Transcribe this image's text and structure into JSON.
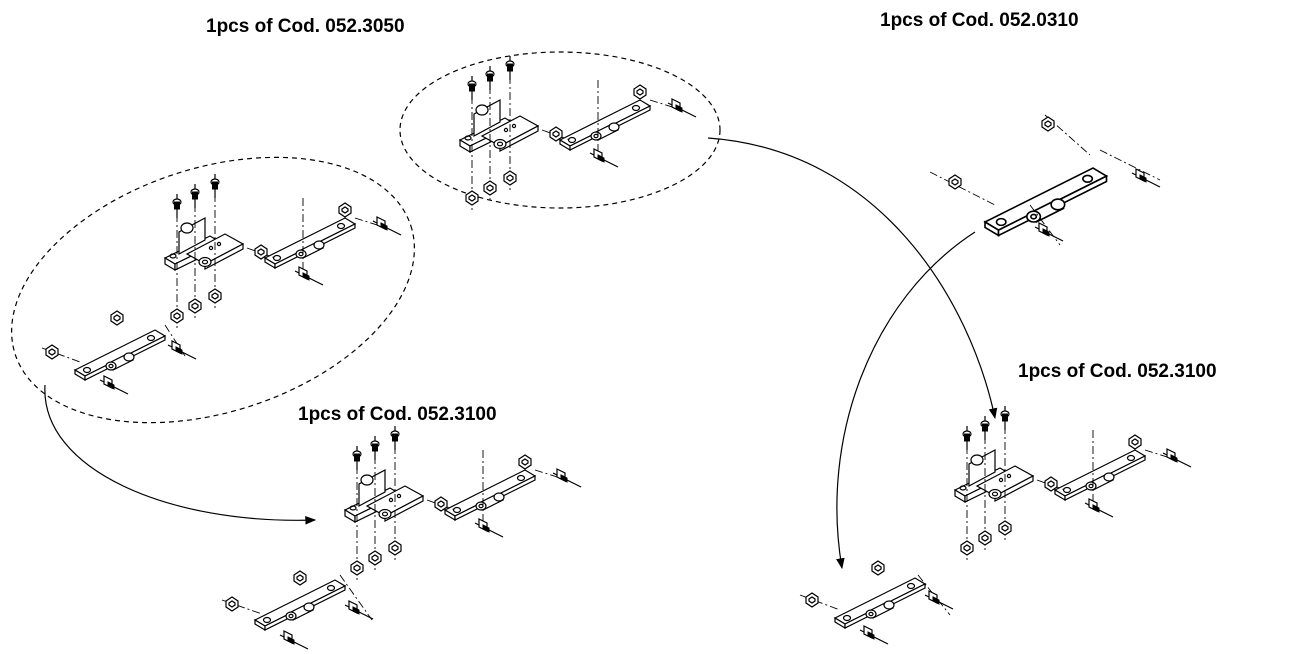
{
  "labels": {
    "top_left": "1pcs of Cod. 052.3050",
    "top_right": "1pcs of Cod. 052.0310",
    "bottom_center": "1pcs of Cod. 052.3100",
    "right_middle": "1pcs of Cod. 052.3100"
  },
  "colors": {
    "ink": "#000000",
    "background": "#ffffff"
  }
}
